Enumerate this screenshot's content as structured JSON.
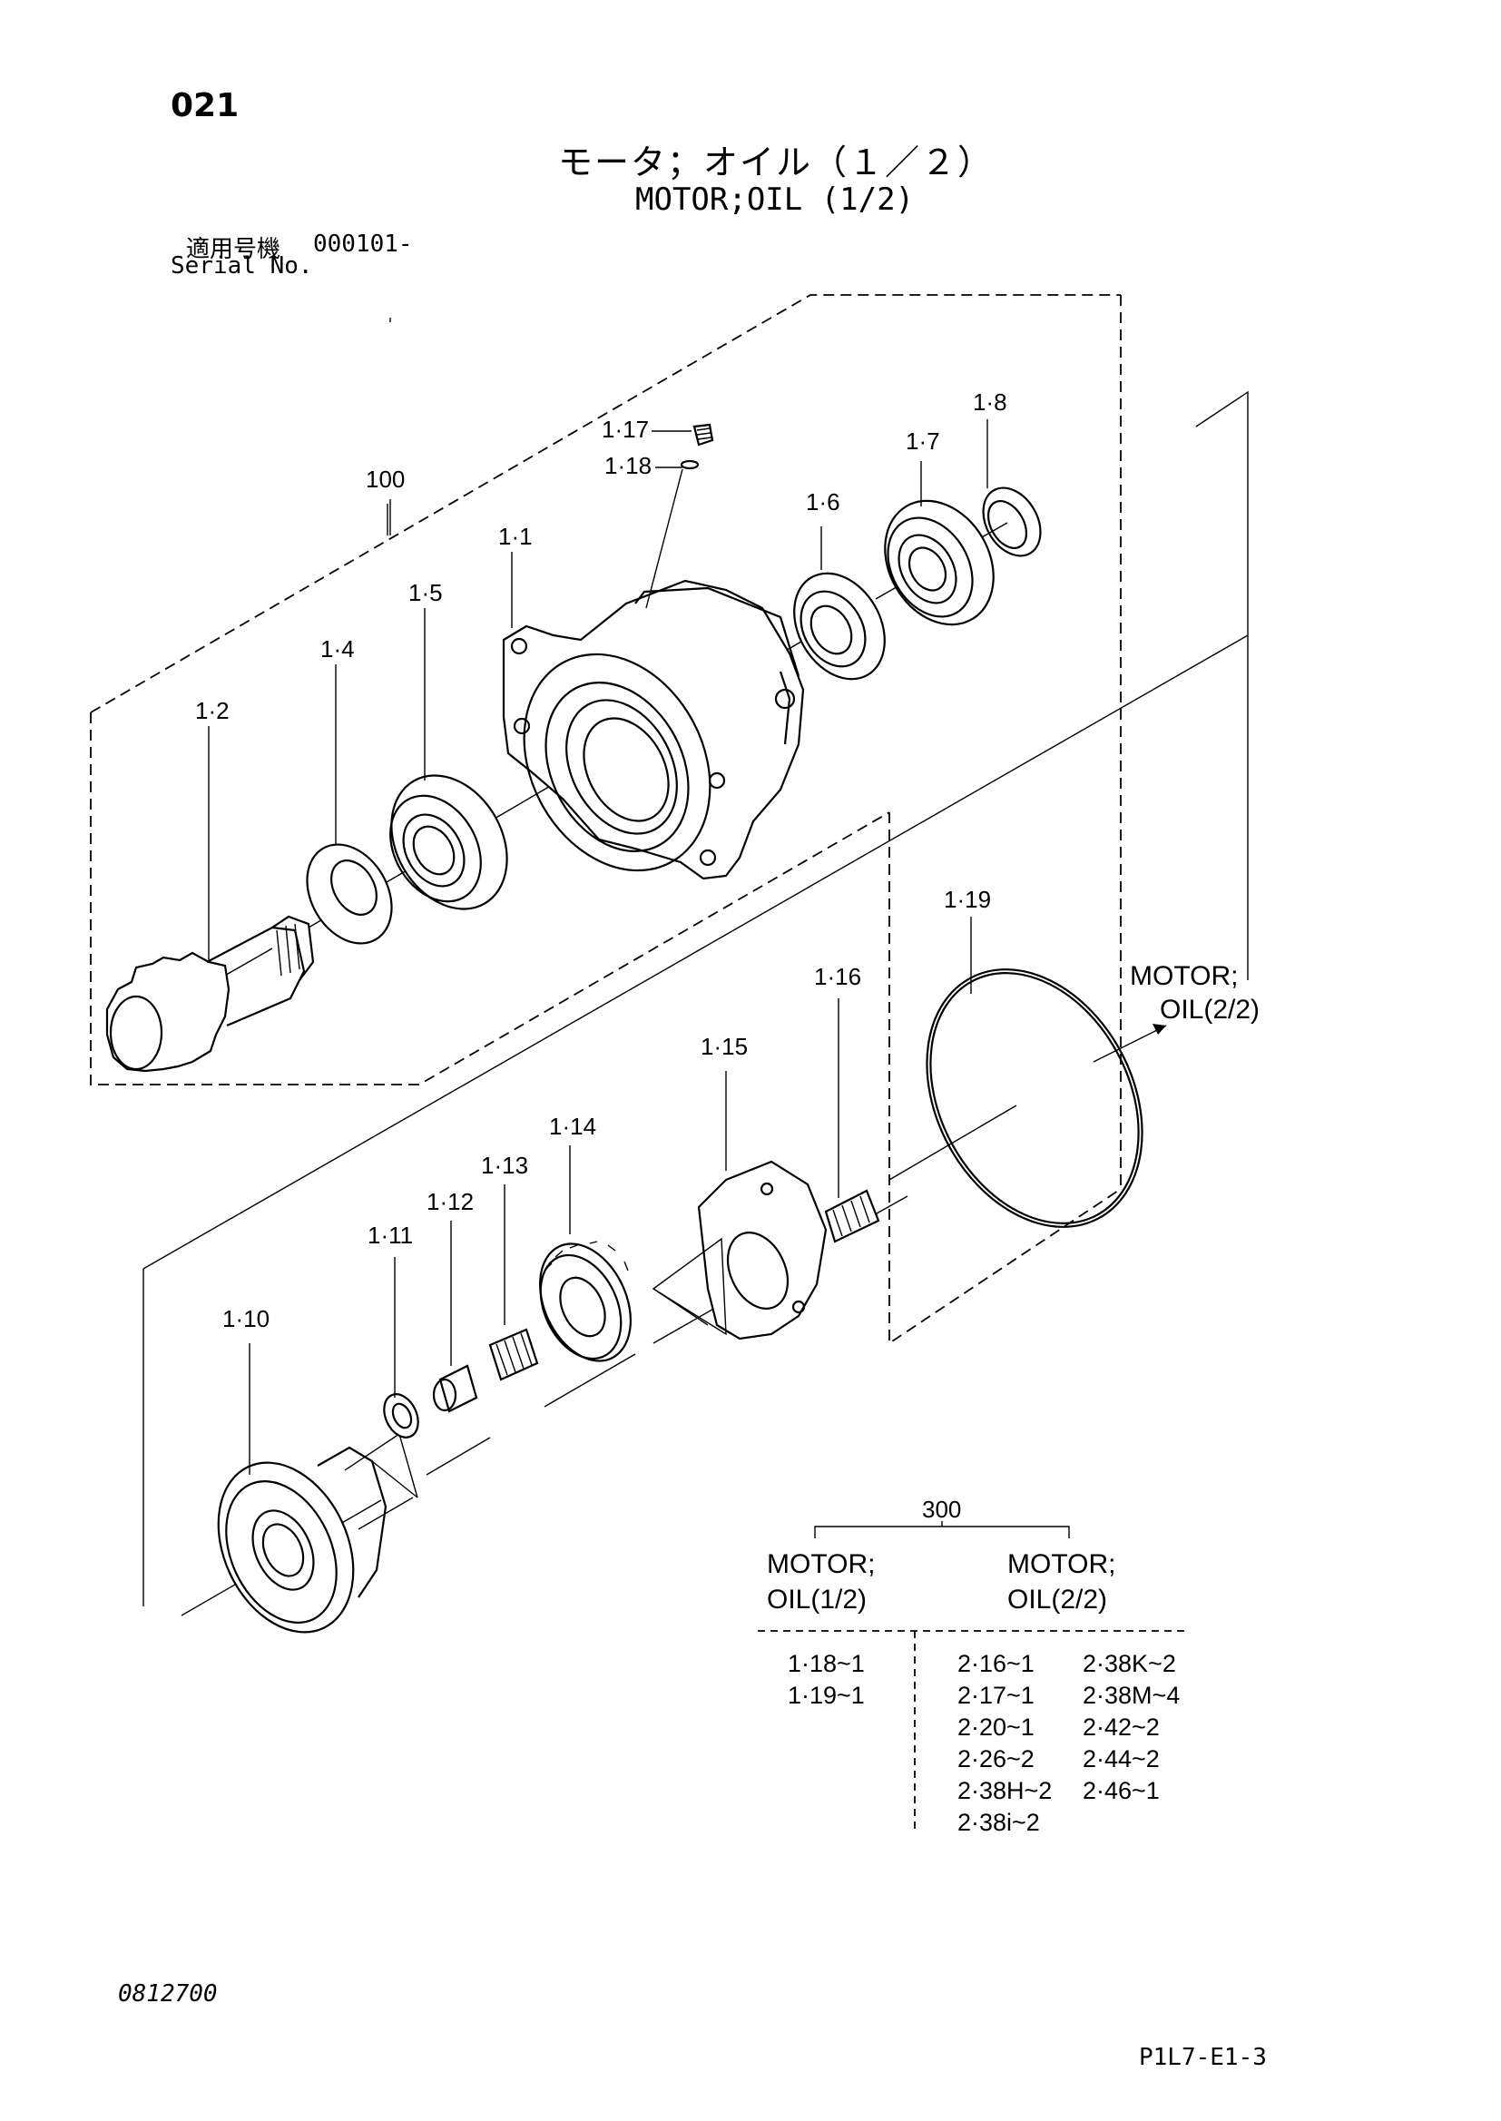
{
  "page": {
    "page_no": "021",
    "title_jp": "モータ；オイル（１／２）",
    "title_en": "MOTOR;OIL (1/2)",
    "serial_label_jp": "適用号機",
    "serial_value": "000101-",
    "serial_label_en": "Serial No.",
    "doc_code": "0812700",
    "sheet_code": "P1L7-E1-3"
  },
  "diagram": {
    "group_labels": [
      "100"
    ],
    "part_labels": [
      "1·1",
      "1·2",
      "1·4",
      "1·5",
      "1·6",
      "1·7",
      "1·8",
      "1·10",
      "1·11",
      "1·12",
      "1·13",
      "1·14",
      "1·15",
      "1·16",
      "1·17",
      "1·18",
      "1·19"
    ],
    "continuation": {
      "line1": "MOTOR;",
      "line2": "OIL(2/2)"
    }
  },
  "kit_table": {
    "group": "300",
    "col1_head": [
      "MOTOR;",
      "OIL(1/2)"
    ],
    "col2_head": [
      "MOTOR;",
      "OIL(2/2)"
    ],
    "col1_items": [
      "1·18~1",
      "1·19~1"
    ],
    "col2a_items": [
      "2·16~1",
      "2·17~1",
      "2·20~1",
      "2·26~2",
      "2·38H~2",
      "2·38i~2"
    ],
    "col2b_items": [
      "2·38K~2",
      "2·38M~4",
      "2·42~2",
      "2·44~2",
      "2·46~1"
    ]
  },
  "colors": {
    "ink": "#000000",
    "paper": "#ffffff"
  }
}
